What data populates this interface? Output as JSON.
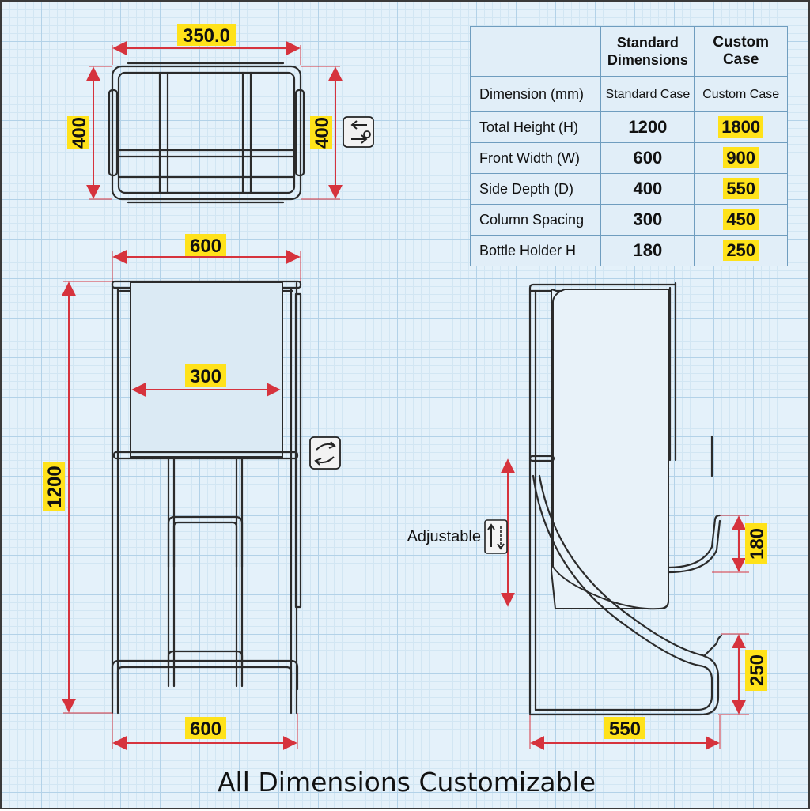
{
  "drawing": {
    "top_view": {
      "width_label": "350.0",
      "left_depth_label": "400",
      "right_depth_label": "400"
    },
    "front_view": {
      "top_width_label": "600",
      "column_spacing_label": "300",
      "height_label": "1200",
      "bottom_width_label": "600"
    },
    "side_view": {
      "adjustable_label": "Adjustable",
      "bottle_holder_label": "180",
      "base_hook_label": "250",
      "depth_label": "550"
    },
    "footer_title": "All Dimensions Customizable"
  },
  "spec_table": {
    "headers": [
      "",
      "Standard Dimensions",
      "Custom Case"
    ],
    "subheader": {
      "label": "Dimension (mm)",
      "standard": "Standard Case",
      "custom": "Custom Case"
    },
    "rows": [
      {
        "label": "Total Height (H)",
        "standard": "1200",
        "custom": "1800"
      },
      {
        "label": "Front Width (W)",
        "standard": "600",
        "custom": "900"
      },
      {
        "label": "Side Depth (D)",
        "standard": "400",
        "custom": "550"
      },
      {
        "label": "Column Spacing",
        "standard": "300",
        "custom": "450"
      },
      {
        "label": "Bottle Holder H",
        "standard": "180",
        "custom": "250"
      }
    ]
  },
  "colors": {
    "dimension_line": "#d6333d",
    "highlight": "#ffe21a",
    "grid_background": "#e4f1fa"
  },
  "icons": [
    "swap-arrows-icon",
    "rotate-arrows-icon",
    "adjust-height-icon"
  ]
}
